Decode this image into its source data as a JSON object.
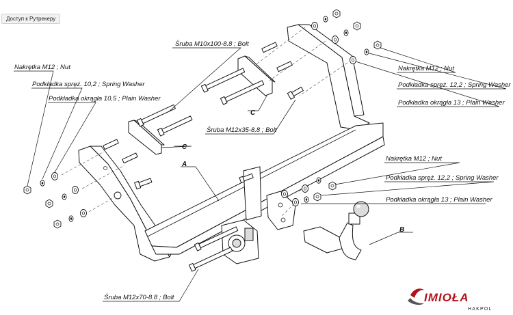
{
  "toolbar": {
    "access_chip": "Доступ к Рутрекеру"
  },
  "part_letters": {
    "A": "A",
    "B": "B",
    "C1": "C",
    "C2": "C"
  },
  "labels": {
    "nut_left": "Nakrętka  M12 ; Nut",
    "spring_washer_left": "Podkładka spręż. 10,2 ; Spring Washer",
    "plain_washer_left": "Podkładka okrągła 10,5 ; Plain Washer",
    "bolt_m10": "Śruba M10x100-8.8 ;  Bolt",
    "bolt_m12x35": "Śruba M12x35-8.8 ;  Bolt",
    "nut_top_right": "Nakrętka  M12 ; Nut",
    "spring_washer_top_right": "Podkładka spręż. 12,2 ; Spring Washer",
    "plain_washer_top_right": "Podkładka okrągła 13 ; Plain Washer",
    "nut_mid_right": "Nakrętka  M12 ; Nut",
    "spring_washer_mid_right": "Podkładka spręż. 12,2 ; Spring Washer",
    "plain_washer_mid_right": "Podkładka okrągła 13 ; Plain Washer",
    "bolt_m12x70": "Śruba M12x70-8.8 ;  Bolt"
  },
  "logo": {
    "brand": "IMIOŁA",
    "sub": "HAKPOL",
    "brand_color": "#b3121a"
  }
}
